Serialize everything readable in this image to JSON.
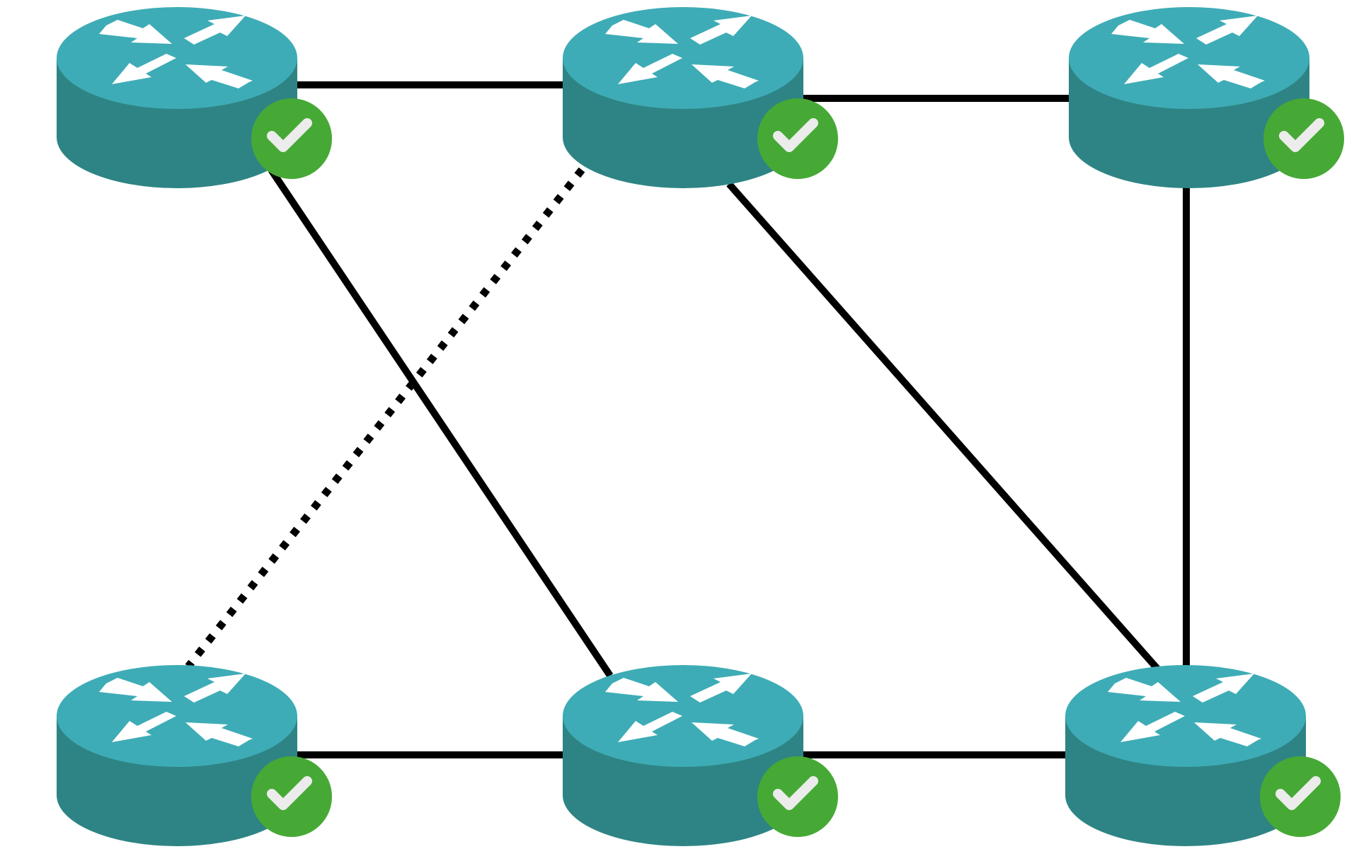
{
  "colors": {
    "router_top": "#3eacb6",
    "router_body": "#2e8484",
    "arrow": "#ffffff",
    "status_ok": "#46a935",
    "check": "#ececec",
    "link": "#000000"
  },
  "routers": [
    {
      "id": "r1",
      "name": "router-top-left",
      "status": "ok",
      "icon": "router-icon"
    },
    {
      "id": "r2",
      "name": "router-top-center",
      "status": "ok",
      "icon": "router-icon"
    },
    {
      "id": "r3",
      "name": "router-top-right",
      "status": "ok",
      "icon": "router-icon"
    },
    {
      "id": "r4",
      "name": "router-bottom-left",
      "status": "ok",
      "icon": "router-icon"
    },
    {
      "id": "r5",
      "name": "router-bottom-center",
      "status": "ok",
      "icon": "router-icon"
    },
    {
      "id": "r6",
      "name": "router-bottom-right",
      "status": "ok",
      "icon": "router-icon"
    }
  ],
  "links": [
    {
      "from": "r1",
      "to": "r2",
      "style": "solid"
    },
    {
      "from": "r2",
      "to": "r3",
      "style": "solid"
    },
    {
      "from": "r3",
      "to": "r6",
      "style": "solid"
    },
    {
      "from": "r4",
      "to": "r5",
      "style": "solid"
    },
    {
      "from": "r5",
      "to": "r6",
      "style": "solid"
    },
    {
      "from": "r1",
      "to": "r5",
      "style": "solid"
    },
    {
      "from": "r2",
      "to": "r6",
      "style": "solid"
    },
    {
      "from": "r2",
      "to": "r4",
      "style": "dotted"
    }
  ]
}
